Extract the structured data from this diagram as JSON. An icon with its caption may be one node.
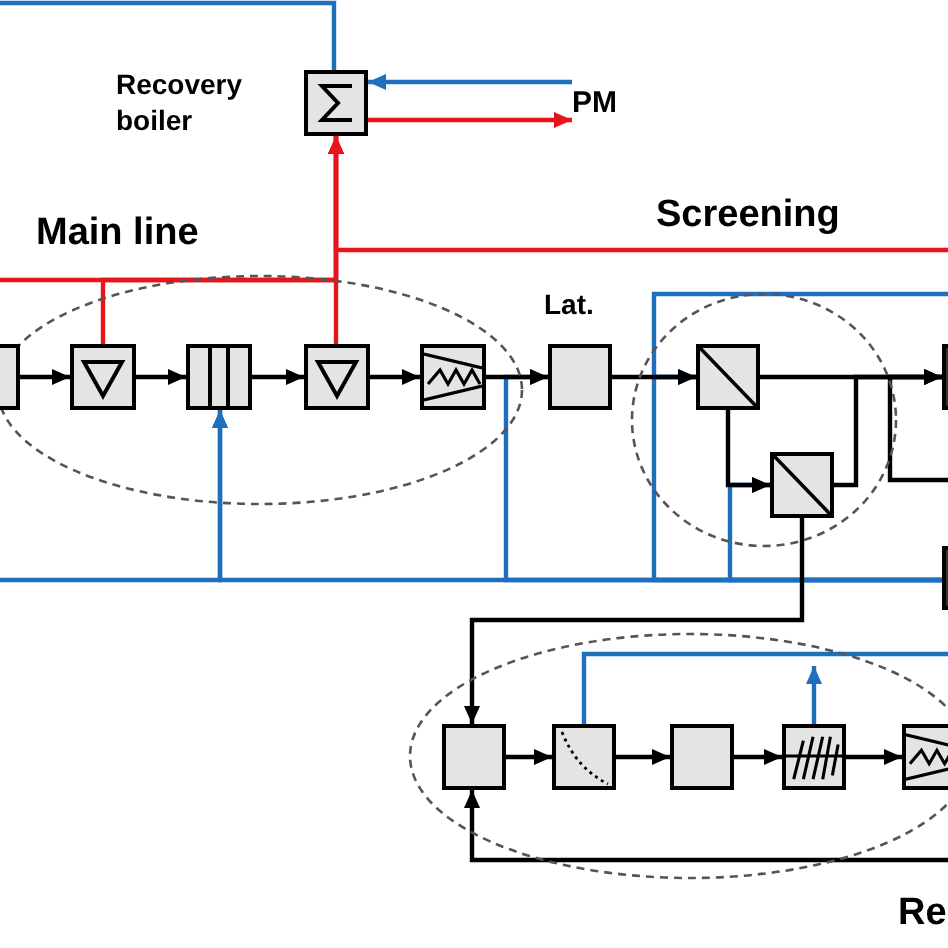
{
  "diagram": {
    "nodes": [
      {
        "text": [],
        "shape": "box",
        "beside": [
          "Recovery boiler"
        ]
      },
      {
        "text": [
          "PM"
        ]
      },
      {
        "text": [
          "Main line"
        ]
      },
      {
        "text": [],
        "shape": "box"
      },
      {
        "text": [],
        "shape": "box",
        "in": 2
      },
      {
        "text": [],
        "shape": "box",
        "in": 2
      },
      {
        "text": [],
        "shape": "box",
        "in": 2
      },
      {
        "text": [],
        "shape": "box",
        "in": 2
      },
      {
        "text": [],
        "shape": "box",
        "beside": [
          "Lat."
        ]
      },
      {
        "text": [
          "Screening"
        ]
      },
      {
        "text": [],
        "shape": "box",
        "in": 9
      },
      {
        "text": [],
        "shape": "box",
        "in": 9
      },
      {
        "text": [],
        "shape": "box"
      },
      {
        "text": [],
        "shape": "box"
      },
      {
        "text": [
          "Re"
        ]
      },
      {
        "text": [],
        "shape": "box",
        "in": 14
      },
      {
        "text": [],
        "shape": "box",
        "in": 14
      },
      {
        "text": [],
        "shape": "box",
        "in": 14
      },
      {
        "text": [],
        "shape": "box",
        "in": 14
      },
      {
        "text": [],
        "shape": "box",
        "in": 14
      }
    ],
    "edges": [
      {
        "from": null,
        "to": 0,
        "arrow": "none",
        "color": "#1f6fbf"
      },
      {
        "from": 1,
        "to": 0,
        "arrow": "to",
        "color": "#1f6fbf"
      },
      {
        "from": 0,
        "to": 1,
        "arrow": "to",
        "color": "#e8141c"
      },
      {
        "from": 4,
        "to": 0,
        "arrow": "to",
        "color": "#e8141c"
      },
      {
        "from": null,
        "to": 0,
        "arrow": "to",
        "color": "#e8141c"
      },
      {
        "from": 6,
        "to": 0,
        "arrow": "to",
        "color": "#e8141c"
      },
      {
        "from": null,
        "to": 0,
        "arrow": "to",
        "color": "#e8141c"
      },
      {
        "from": 3,
        "to": 4,
        "arrow": "to"
      },
      {
        "from": 4,
        "to": 5,
        "arrow": "to"
      },
      {
        "from": 5,
        "to": 6,
        "arrow": "to"
      },
      {
        "from": 6,
        "to": 7,
        "arrow": "to"
      },
      {
        "from": 7,
        "to": 8,
        "arrow": "to"
      },
      {
        "from": 8,
        "to": 10,
        "arrow": "to"
      },
      {
        "from": 10,
        "to": 12,
        "arrow": "to"
      },
      {
        "from": 10,
        "to": 11,
        "arrow": "to"
      },
      {
        "from": 11,
        "to": 12,
        "arrow": "to"
      },
      {
        "from": null,
        "to": 12,
        "arrow": "to"
      },
      {
        "from": 11,
        "to": 15,
        "arrow": "to"
      },
      {
        "from": null,
        "to": 15,
        "arrow": "to"
      },
      {
        "from": 15,
        "to": 16,
        "arrow": "to"
      },
      {
        "from": 16,
        "to": 17,
        "arrow": "to"
      },
      {
        "from": 17,
        "to": 18,
        "arrow": "to"
      },
      {
        "from": 18,
        "to": 19,
        "arrow": "to"
      },
      {
        "from": 13,
        "to": 5,
        "arrow": "to",
        "color": "#1f6fbf"
      },
      {
        "from": null,
        "to": 5,
        "arrow": "to",
        "color": "#1f6fbf"
      },
      {
        "from": 13,
        "to": 8,
        "arrow": "to",
        "color": "#1f6fbf"
      },
      {
        "from": 13,
        "to": 10,
        "arrow": "to",
        "color": "#1f6fbf"
      },
      {
        "from": 13,
        "to": 11,
        "arrow": "to",
        "color": "#1f6fbf"
      },
      {
        "from": null,
        "to": 10,
        "arrow": "to",
        "color": "#1f6fbf"
      },
      {
        "from": 16,
        "to": null,
        "arrow": "none",
        "color": "#1f6fbf"
      },
      {
        "from": 18,
        "to": null,
        "arrow": "to",
        "color": "#1f6fbf"
      }
    ]
  }
}
